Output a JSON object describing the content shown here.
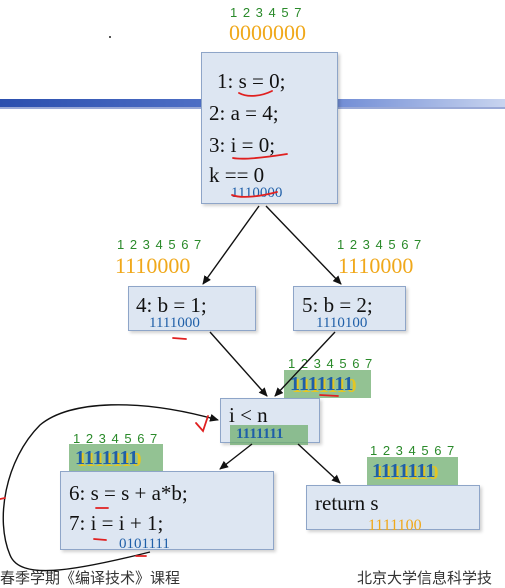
{
  "entry": {
    "index": "1 2 3 4 5 7",
    "in_bits": "0000000",
    "stmts": [
      "1: s = 0;",
      "2: a = 4;",
      "3: i = 0;",
      "k == 0"
    ],
    "out_bits": "1110000"
  },
  "left": {
    "index": "1 2 3 4 5 6 7",
    "in_bits": "1110000",
    "stmt": "4: b = 1;",
    "out_bits": "1111000"
  },
  "right": {
    "index": "1 2 3 4 5 6 7",
    "in_bits": "1110000",
    "stmt": "5: b = 2;",
    "out_bits": "1110100"
  },
  "cond": {
    "index": "1 2 3 4 5 6 7",
    "in_bits": "1111111",
    "in_bits_shadow": "1111110",
    "stmt": "i < n",
    "out_bits": "1111111"
  },
  "loop": {
    "index": "1 2 3 4 5 6 7",
    "in_bits": "1111111",
    "in_bits_shadow": "1111110",
    "stmts": [
      "6: s = s + a*b;",
      "7: i = i + 1;"
    ],
    "out_bits": "0101111"
  },
  "exit": {
    "index": "1 2 3 4 5 6 7",
    "in_bits": "1111111",
    "in_bits_shadow": "1111110",
    "stmt": "return s",
    "out_bits": "1111100"
  },
  "footer": {
    "left": "春季学期《编译技术》课程",
    "right": "北京大学信息科学技"
  },
  "colors": {
    "box_fill": "#dde6f2",
    "box_border": "#8ea5c8",
    "blue": "#1f5fa8",
    "orange": "#f0a81a",
    "green": "#2a8a2a",
    "highlight": "#6fae6f",
    "red_ink": "#e02020"
  }
}
